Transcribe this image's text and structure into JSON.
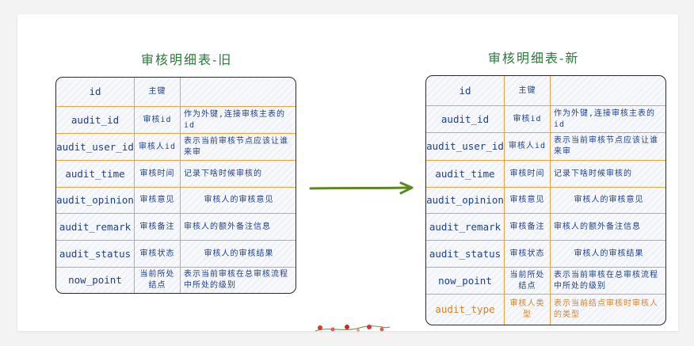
{
  "old_table": {
    "title": "审核明细表-旧",
    "rows": [
      {
        "field": "id",
        "desc": "主键",
        "note": ""
      },
      {
        "field": "audit_id",
        "desc": "审核id",
        "note": "作为外键,连接审核主表的id"
      },
      {
        "field": "audit_user_id",
        "desc": "审核人id",
        "note": "表示当前审核节点应该让谁来审"
      },
      {
        "field": "audit_time",
        "desc": "审核时间",
        "note": "记录下啥时候审核的"
      },
      {
        "field": "audit_opinion",
        "desc": "审核意见",
        "note": "审核人的审核意见"
      },
      {
        "field": "audit_remark",
        "desc": "审核备注",
        "note": "审核人的额外备注信息"
      },
      {
        "field": "audit_status",
        "desc": "审核状态",
        "note": "审核人的审核结果"
      },
      {
        "field": "now_point",
        "desc": "当前所处结点",
        "note": "表示当前审核在总审核流程中所处的级别"
      }
    ]
  },
  "new_table": {
    "title": "审核明细表-新",
    "rows": [
      {
        "field": "id",
        "desc": "主键",
        "note": ""
      },
      {
        "field": "audit_id",
        "desc": "审核id",
        "note": "作为外键,连接审核主表的id"
      },
      {
        "field": "audit_user_id",
        "desc": "审核人id",
        "note": "表示当前审核节点应该让谁来审"
      },
      {
        "field": "audit_time",
        "desc": "审核时间",
        "note": "记录下啥时候审核的"
      },
      {
        "field": "audit_opinion",
        "desc": "审核意见",
        "note": "审核人的审核意见"
      },
      {
        "field": "audit_remark",
        "desc": "审核备注",
        "note": "审核人的额外备注信息"
      },
      {
        "field": "audit_status",
        "desc": "审核状态",
        "note": "审核人的审核结果"
      },
      {
        "field": "now_point",
        "desc": "当前所处结点",
        "note": "表示当前审核在总审核流程中所处的级别"
      },
      {
        "field": "audit_type",
        "desc": "审核人类型",
        "note": "表示当前结点审核时审核人的类型"
      }
    ]
  },
  "colors": {
    "title": "#2b7a3a",
    "field_text": "#1f3f8f",
    "new_field_text": "#d9822b",
    "row_line": "#f0a040",
    "border": "#2a2a2a",
    "arrow": "#5a8a1e"
  },
  "arrow_icon": "right-arrow-icon",
  "decoration_icon": "flower-decoration-icon"
}
